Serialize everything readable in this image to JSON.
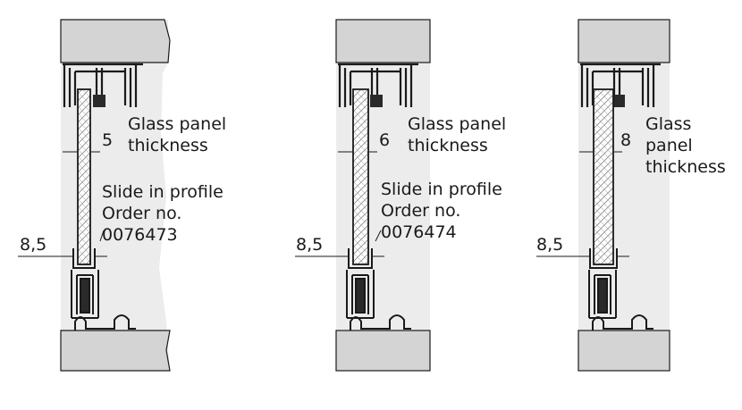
{
  "colors": {
    "concrete": "#d4d4d4",
    "background_fill": "#ececec",
    "line": "#1a1a1a",
    "glass_fill": "#ffffff"
  },
  "panels": [
    {
      "glass_label_lines": [
        "Glass panel",
        "thickness"
      ],
      "thickness_value": "5",
      "profile_lines": [
        "Slide in profile",
        "Order no.",
        "0076473"
      ],
      "side_value": "8,5"
    },
    {
      "glass_label_lines": [
        "Glass panel",
        "thickness"
      ],
      "thickness_value": "6",
      "profile_lines": [
        "Slide in profile",
        "Order no.",
        "0076474"
      ],
      "side_value": "8,5"
    },
    {
      "glass_label_lines": [
        "Glass",
        "panel",
        "thickness"
      ],
      "thickness_value": "8",
      "profile_lines": [],
      "side_value": "8,5"
    }
  ]
}
